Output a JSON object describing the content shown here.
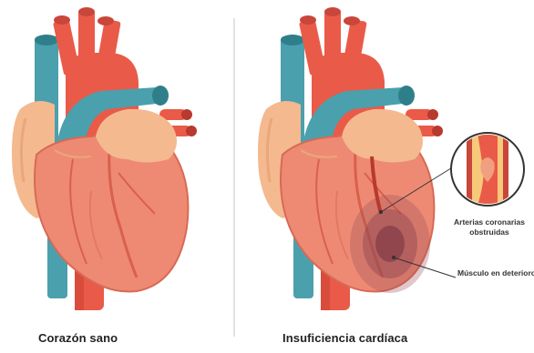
{
  "panels": {
    "healthy": {
      "caption": "Corazón sano"
    },
    "failure": {
      "caption": "Insuficiencia cardíaca"
    }
  },
  "annotations": {
    "blocked_arteries_line1": "Arterias coronarias",
    "blocked_arteries_line2": "obstruidas",
    "damaged_muscle": "Músculo en deterioro"
  },
  "colors": {
    "heart_muscle": "#ee8a74",
    "heart_outline": "#d76a55",
    "aorta": "#ea5a48",
    "vessel_blue": "#4aa0ad",
    "fat": "#f4b98f",
    "damage_zone": "#a0525a",
    "plaque": "#f7c97a"
  }
}
